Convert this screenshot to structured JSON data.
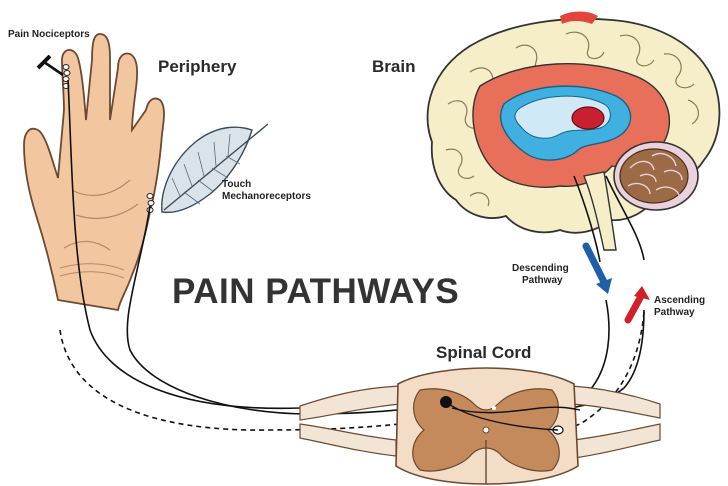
{
  "title": "PAIN PATHWAYS",
  "sections": {
    "periphery": "Periphery",
    "brain": "Brain",
    "spinal_cord": "Spinal Cord"
  },
  "labels": {
    "pain_nociceptors": "Pain Nociceptors",
    "touch_line1": "Touch",
    "touch_line2": "Mechanoreceptors",
    "descending_line1": "Descending",
    "descending_line2": "Pathway",
    "ascending_line1": "Ascending",
    "ascending_line2": "Pathway"
  },
  "colors": {
    "descending_arrow": "#1f5fa8",
    "ascending_arrow": "#d0202a",
    "skin": "#f2c7a0",
    "cortex": "#f6eec8",
    "limbic": "#e8705a",
    "ventricle": "#3fb0e0",
    "spinal_tissue": "#c48a5c"
  }
}
